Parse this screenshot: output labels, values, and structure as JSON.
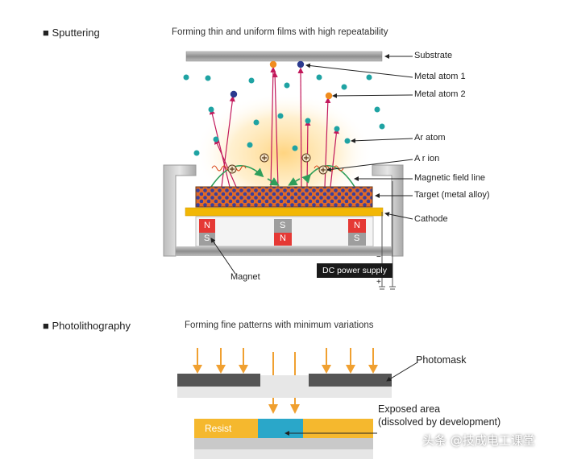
{
  "sputtering": {
    "title": "■ Sputtering",
    "subtitle": "Forming thin and uniform films with high repeatability",
    "labels": {
      "substrate": "Substrate",
      "metal_atom_1": "Metal atom 1",
      "metal_atom_2": "Metal atom 2",
      "ar_atom": "Ar atom",
      "ar_ion": "A r ion",
      "magnetic_field_line": "Magnetic field line",
      "target": "Target (metal alloy)",
      "cathode": "Cathode",
      "magnet": "Magnet",
      "dc_power_supply": "DC power supply"
    },
    "magnets": [
      {
        "top": "N",
        "bottom": "S"
      },
      {
        "top": "S",
        "bottom": "N"
      },
      {
        "top": "N",
        "bottom": "S"
      }
    ],
    "polarity": {
      "minus": "−",
      "plus": "+"
    },
    "ion_symbol": "⊕",
    "colors": {
      "ar_atom": "#1fa3a3",
      "metal_atom_1": "#2b3a8f",
      "metal_atom_2": "#f08c1e",
      "trajectory": "#c2185b",
      "field_line": "#2e9e5a",
      "cathode": "#f2b705",
      "magnet_red": "#e53935"
    }
  },
  "photolithography": {
    "title": "■ Photolithography",
    "subtitle": "Forming fine patterns with minimum variations",
    "labels": {
      "photomask": "Photomask",
      "exposed_area_line1": "Exposed area",
      "exposed_area_line2": "(dissolved by development)",
      "resist": "Resist"
    },
    "colors": {
      "arrow": "#f0a030",
      "resist": "#f5b82e",
      "exposed": "#2aa7c9"
    }
  },
  "watermark": "头条 @技成电工课堂"
}
